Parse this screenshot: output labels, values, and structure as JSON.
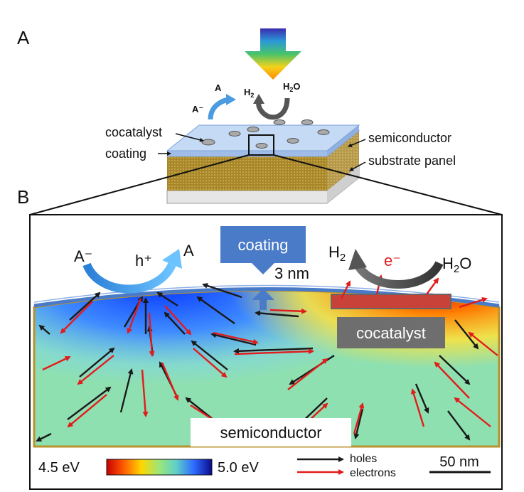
{
  "panel_a": {
    "letter": "A",
    "labels": {
      "cocatalyst": "cocatalyst",
      "coating": "coating",
      "semiconductor": "semiconductor",
      "substrate": "substrate panel",
      "a_minus": "A⁻",
      "a": "A",
      "h2_base": "H",
      "h2_sub": "2",
      "h2o_h": "H",
      "h2o_sub": "2",
      "h2o_o": "O"
    }
  },
  "panel_b": {
    "letter": "B",
    "labels": {
      "a_minus": "A⁻",
      "h_plus": "h⁺",
      "a": "A",
      "coating": "coating",
      "thickness": "3 nm",
      "h2_base": "H",
      "h2_sub": "2",
      "e_minus": "e⁻",
      "h2o_h": "H",
      "h2o_sub": "2",
      "h2o_o": "O",
      "cocatalyst": "cocatalyst",
      "semiconductor": "semiconductor"
    },
    "colorbar": {
      "min_label": "4.5 eV",
      "max_label": "5.0 eV",
      "colors": [
        "#c80000",
        "#ff5a00",
        "#ffd700",
        "#9be67a",
        "#5fd0c8",
        "#2e6bff",
        "#0a0a8c"
      ]
    },
    "legend": {
      "holes_label": "holes",
      "electrons_label": "electrons",
      "holes_color": "#1a1a1a",
      "electrons_color": "#e21b1b"
    },
    "scale_bar": "50 nm"
  }
}
